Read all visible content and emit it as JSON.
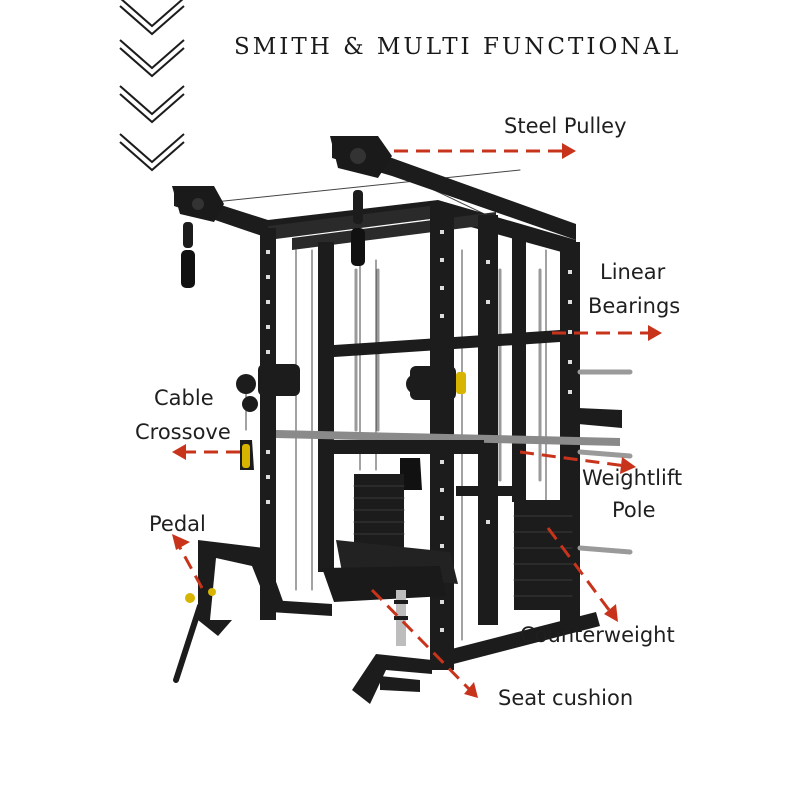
{
  "title": "SMITH & MULTI FUNCTIONAL",
  "labels": {
    "steel_pulley": "Steel Pulley",
    "linear_bearings_1": "Linear",
    "linear_bearings_2": "Bearings",
    "cable_crossover_1": "Cable",
    "cable_crossover_2": "Crossove",
    "weightlift_pole_1": "Weightlift",
    "weightlift_pole_2": "Pole",
    "pedal": "Pedal",
    "counterweight": "Counterweight",
    "seat_cushion": "Seat cushion"
  },
  "colors": {
    "arrow": "#c8341b",
    "frame": "#1c1c1c",
    "accent": "#d6b400"
  },
  "icons": [
    "chevron-down-icon",
    "chevron-down-icon",
    "chevron-down-icon",
    "chevron-down-icon"
  ]
}
